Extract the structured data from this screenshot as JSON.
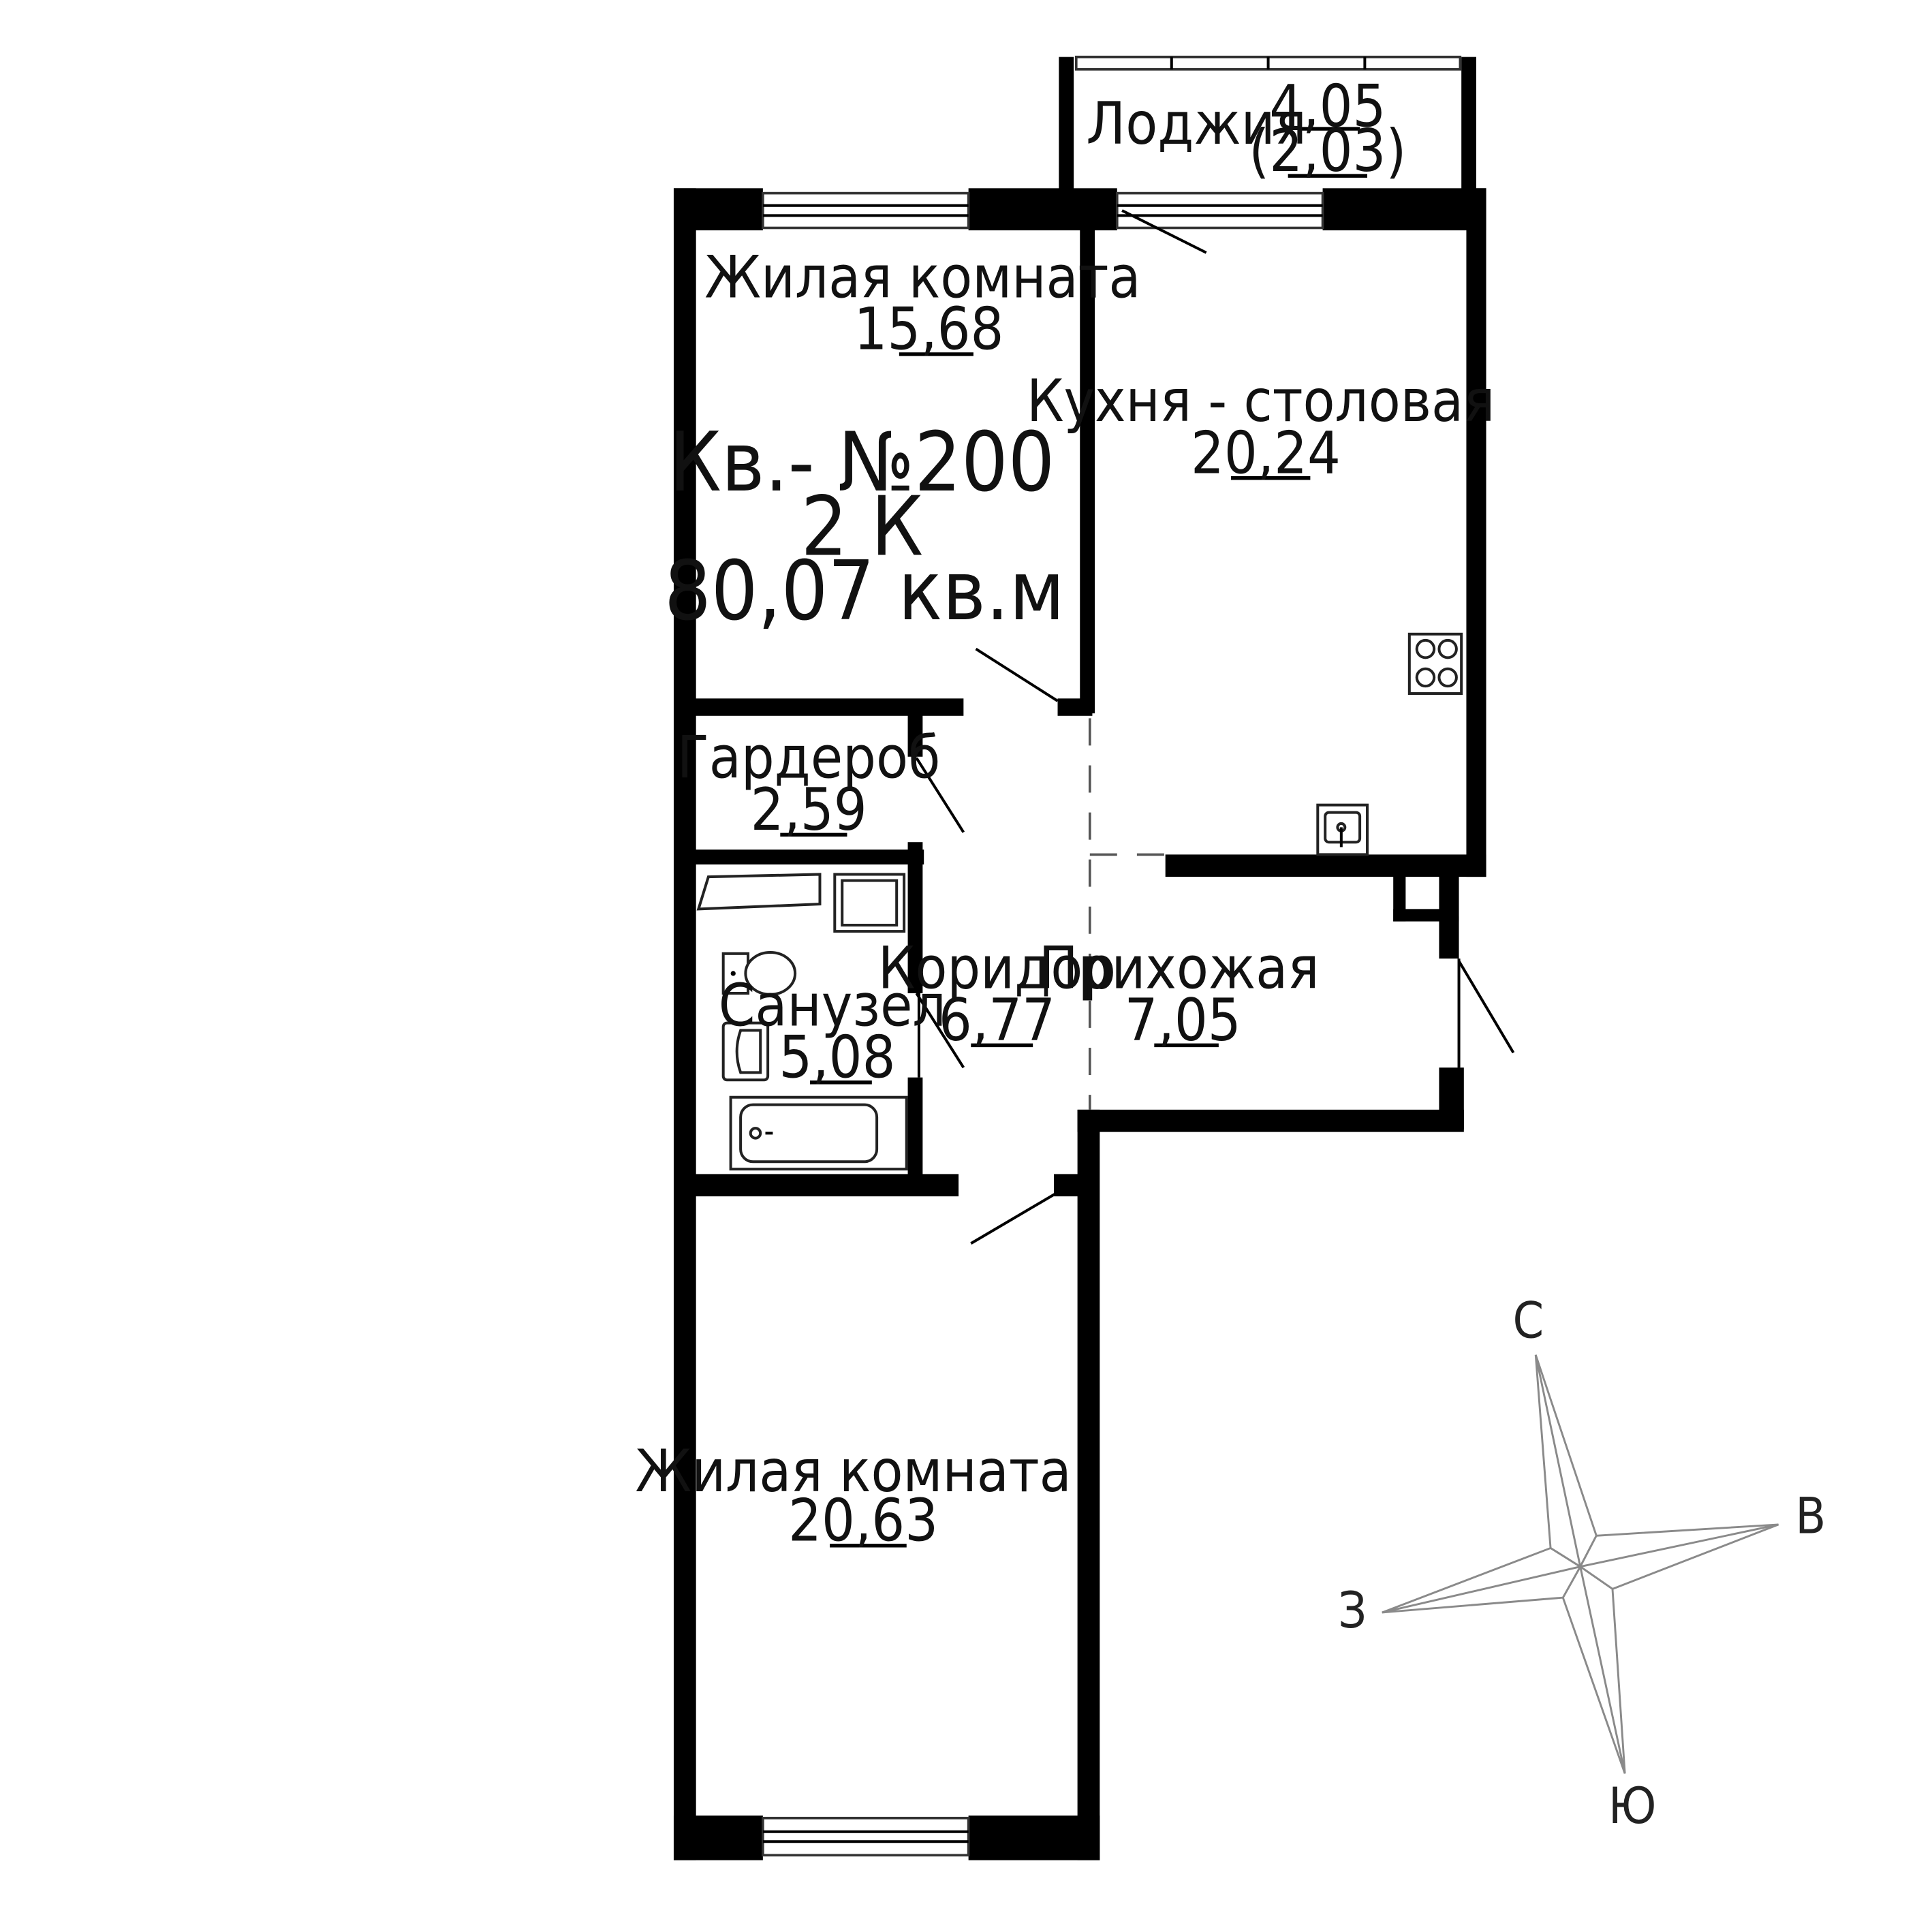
{
  "apartment": {
    "number": "Кв.- №200",
    "rooms": "2 К",
    "total_area": "80,07   кв.м"
  },
  "rooms": [
    {
      "id": "loggia",
      "name": "Лоджия",
      "area": "4,05",
      "area_reduced": "(2,03)"
    },
    {
      "id": "living-1",
      "name": "Жилая   комната",
      "area": "15,68"
    },
    {
      "id": "kitchen",
      "name": "Кухня  - столовая",
      "area": "20,24"
    },
    {
      "id": "wardrobe",
      "name": "Гардероб",
      "area": "2,59"
    },
    {
      "id": "corridor",
      "name": "Коридор",
      "area": "6,77"
    },
    {
      "id": "hallway",
      "name": "Прихожая",
      "area": "7,05"
    },
    {
      "id": "bathroom",
      "name": "Санузел",
      "area": "5,08"
    },
    {
      "id": "living-2",
      "name": "Жилая   комната",
      "area": "20,63"
    }
  ],
  "compass": {
    "north": "С",
    "east": "В",
    "south": "Ю",
    "west": "З"
  },
  "colors": {
    "wall": "#000000",
    "compass": "#8a8a8a",
    "background": "#ffffff"
  }
}
